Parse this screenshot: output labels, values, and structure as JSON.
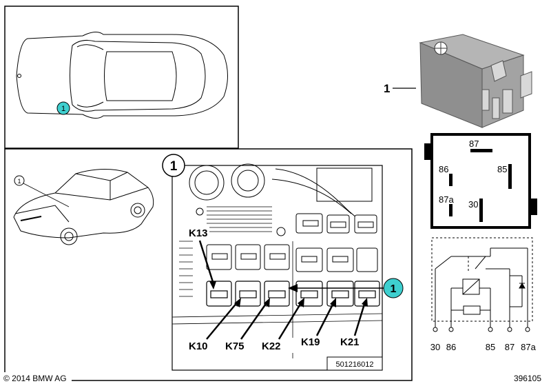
{
  "overview": {
    "marker": "1"
  },
  "detail": {
    "marker": "1",
    "car_marker": "1",
    "callout_marker": "1",
    "slot_labels": [
      "K13",
      "K10",
      "K75",
      "K22",
      "K19",
      "K21"
    ],
    "drawing_number": "501216012"
  },
  "relay": {
    "item_number": "1",
    "pins_box": [
      "87",
      "86",
      "85",
      "87a",
      "30"
    ],
    "schematic_pins": [
      "30",
      "86",
      "85",
      "87",
      "87a"
    ]
  },
  "footer": {
    "copyright": "© 2014 BMW AG",
    "figure_number": "396105"
  },
  "colors": {
    "callout_fill": "#3ecfcf",
    "relay_body": "#8f8f8f",
    "line": "#000000"
  }
}
